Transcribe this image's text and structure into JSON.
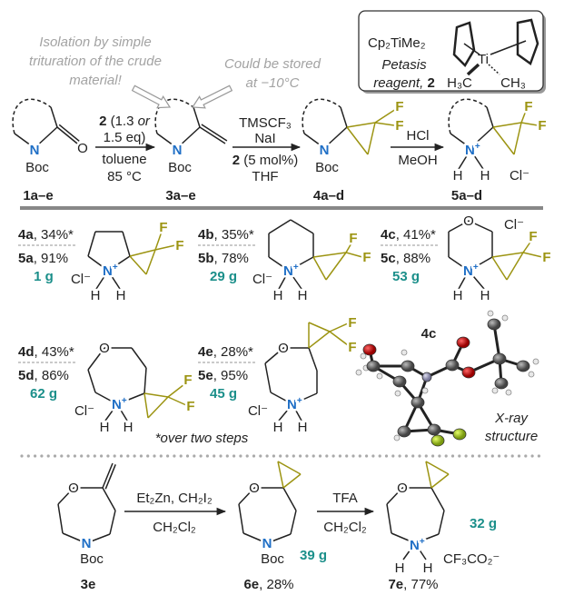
{
  "notes": {
    "isolation": [
      "Isolation by simple",
      "trituration of the crude",
      "material!"
    ],
    "storage": [
      "Could be stored",
      "at −10°C"
    ]
  },
  "reagent_box": {
    "formula": "Cp₂TiMe₂",
    "name_line1": "Petasis",
    "name_line2": "reagent, ",
    "name_number": "2",
    "metal": "Ti",
    "methyl_left": "H₃C",
    "methyl_right": "CH₃"
  },
  "atoms": {
    "N": "N",
    "plus": "+",
    "O": "O",
    "F": "F",
    "H": "H",
    "Boc": "Boc",
    "chloride": "Cl⁻",
    "trifluoroacetate": "CF₃CO₂⁻"
  },
  "scheme": {
    "step1": {
      "bold": "2",
      "text": " (1.3 ",
      "italic": "or",
      "line2": "1.5 eq)",
      "below1": "toluene",
      "below2": "85 °C"
    },
    "step2": {
      "line1": "TMSCF₃",
      "line2": "NaI",
      "below_bold": "2",
      "below_text": " (5 mol%)",
      "below2": "THF"
    },
    "step3": {
      "above": "HCl",
      "below": "MeOH"
    },
    "compounds": [
      "1a–e",
      "3a–e",
      "4a–d",
      "5a–d"
    ]
  },
  "products": [
    {
      "c4": "4a",
      "y4": "34%*",
      "c5": "5a",
      "y5": "91%",
      "scale": "1 g"
    },
    {
      "c4": "4b",
      "y4": "35%*",
      "c5": "5b",
      "y5": "78%",
      "scale": "29 g"
    },
    {
      "c4": "4c",
      "y4": "41%*",
      "c5": "5c",
      "y5": "88%",
      "scale": "53 g"
    },
    {
      "c4": "4d",
      "y4": "43%*",
      "c5": "5d",
      "y5": "86%",
      "scale": "62 g"
    },
    {
      "c4": "4e",
      "y4": "28%*",
      "c5": "5e",
      "y5": "95%",
      "scale": "45 g"
    }
  ],
  "sep": ", ",
  "footnote": "*over two steps",
  "xray": {
    "label": "4c",
    "caption1": "X-ray",
    "caption2": "structure"
  },
  "cyclopropanation": {
    "start": "3e",
    "step1": {
      "above": "Et₂Zn, CH₂I₂",
      "below": "CH₂Cl₂"
    },
    "intermediate": {
      "label": "6e",
      "yield": "28%",
      "scale": "39 g"
    },
    "step2": {
      "above": "TFA",
      "below": "CH₂Cl₂"
    },
    "product": {
      "label": "7e",
      "yield": "77%",
      "scale": "32 g"
    }
  },
  "colors": {
    "nitrogen": "#1f6fc6",
    "fluorine_cyclopropane": "#9c9412",
    "scale": "#1b8f8a",
    "note": "#a3a3a3"
  }
}
